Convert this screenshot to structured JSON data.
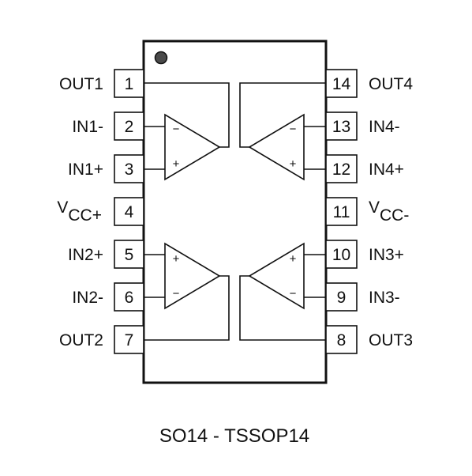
{
  "package_label": "SO14 - TSSOP14",
  "left_pins": [
    {
      "number": "1",
      "label": "OUT1"
    },
    {
      "number": "2",
      "label": "IN1-"
    },
    {
      "number": "3",
      "label": "IN1+"
    },
    {
      "number": "4",
      "label_main": "V",
      "label_sub": "CC+"
    },
    {
      "number": "5",
      "label": "IN2+"
    },
    {
      "number": "6",
      "label": "IN2-"
    },
    {
      "number": "7",
      "label": "OUT2"
    }
  ],
  "right_pins": [
    {
      "number": "14",
      "label": "OUT4"
    },
    {
      "number": "13",
      "label": "IN4-"
    },
    {
      "number": "12",
      "label": "IN4+"
    },
    {
      "number": "11",
      "label_main": "V",
      "label_sub": "CC-"
    },
    {
      "number": "10",
      "label": "IN3+"
    },
    {
      "number": "9",
      "label": "IN3-"
    },
    {
      "number": "8",
      "label": "OUT3"
    }
  ],
  "op_amps": [
    {
      "id": "amp1",
      "top_sign": "−",
      "bottom_sign": "+"
    },
    {
      "id": "amp4",
      "top_sign": "−",
      "bottom_sign": "+"
    },
    {
      "id": "amp2",
      "top_sign": "+",
      "bottom_sign": "−"
    },
    {
      "id": "amp3",
      "top_sign": "+",
      "bottom_sign": "−"
    }
  ]
}
